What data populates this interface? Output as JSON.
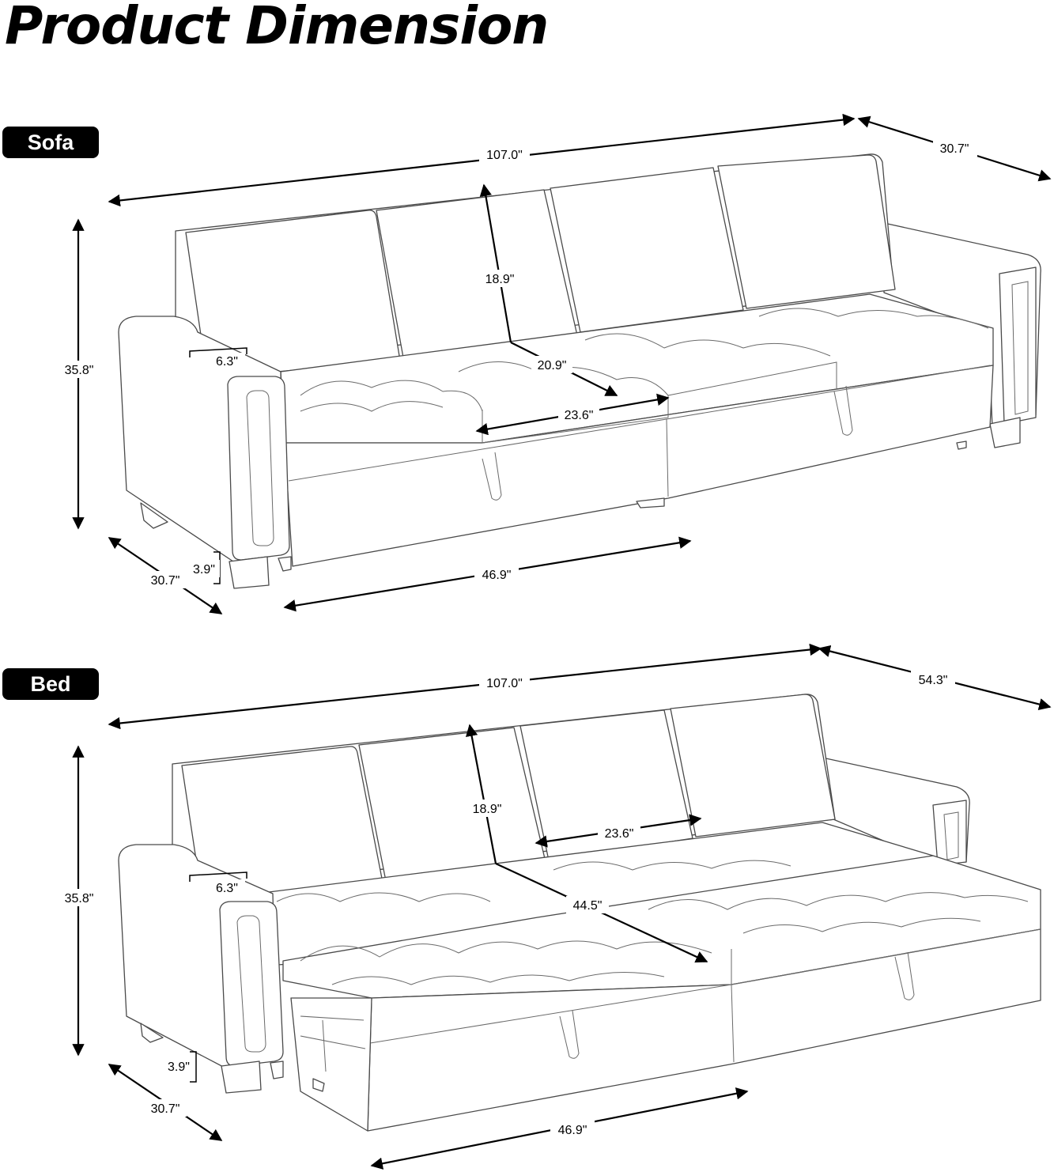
{
  "title": "Product Dimension",
  "sections": {
    "sofa": {
      "label": "Sofa",
      "dimensions": {
        "total_length": "107.0\"",
        "depth_top": "30.7\"",
        "height": "35.8\"",
        "backrest_height": "18.9\"",
        "seat_depth": "20.9\"",
        "seat_width": "23.6\"",
        "arm_width": "6.3\"",
        "leg_height": "3.9\"",
        "side_depth": "30.7\"",
        "bottom_length": "46.9\""
      }
    },
    "bed": {
      "label": "Bed",
      "dimensions": {
        "total_length": "107.0\"",
        "depth_top": "54.3\"",
        "height": "35.8\"",
        "backrest_height": "18.9\"",
        "cushion_width": "23.6\"",
        "arm_width": "6.3\"",
        "bed_depth": "44.5\"",
        "leg_height": "3.9\"",
        "side_depth": "30.7\"",
        "bottom_length": "46.9\""
      }
    }
  }
}
